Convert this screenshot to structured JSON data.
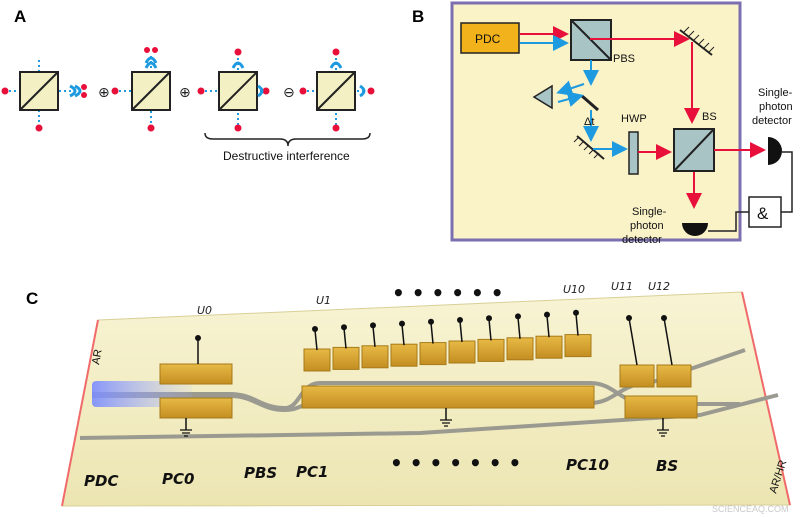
{
  "panels": {
    "a": {
      "label": "A",
      "bracket_text": "Destructive interference",
      "operators": [
        "⊕",
        "⊕",
        "⊖"
      ]
    },
    "b": {
      "label": "B",
      "pdc": "PDC",
      "pbs": "PBS",
      "hwp": "HWP",
      "bs": "BS",
      "delay": "Δt",
      "and_gate": "&",
      "detector_right": [
        "Single-",
        "photon",
        "detector"
      ],
      "detector_bottom": [
        "Single-",
        "photon",
        "detector"
      ]
    },
    "c": {
      "label": "C",
      "top_labels": [
        "U0",
        "U1",
        "• • • • • •",
        "U10",
        "U11",
        "U12"
      ],
      "bottom_labels": [
        "PDC",
        "PC0",
        "PBS",
        "PC1",
        "• • • • • • •",
        "PC10",
        "BS"
      ],
      "ar_left": "AR",
      "ar_right": "AR/HR"
    }
  },
  "watermark": "SCIENCEAQ.COM",
  "colors": {
    "red": "#e8103a",
    "blue": "#1e9be0",
    "cube": "#f3f0c4",
    "gold": "#d8a632",
    "chip": "#f6f1c6",
    "frame": "#7b6fb0",
    "pdc_box": "#f1b21b"
  }
}
